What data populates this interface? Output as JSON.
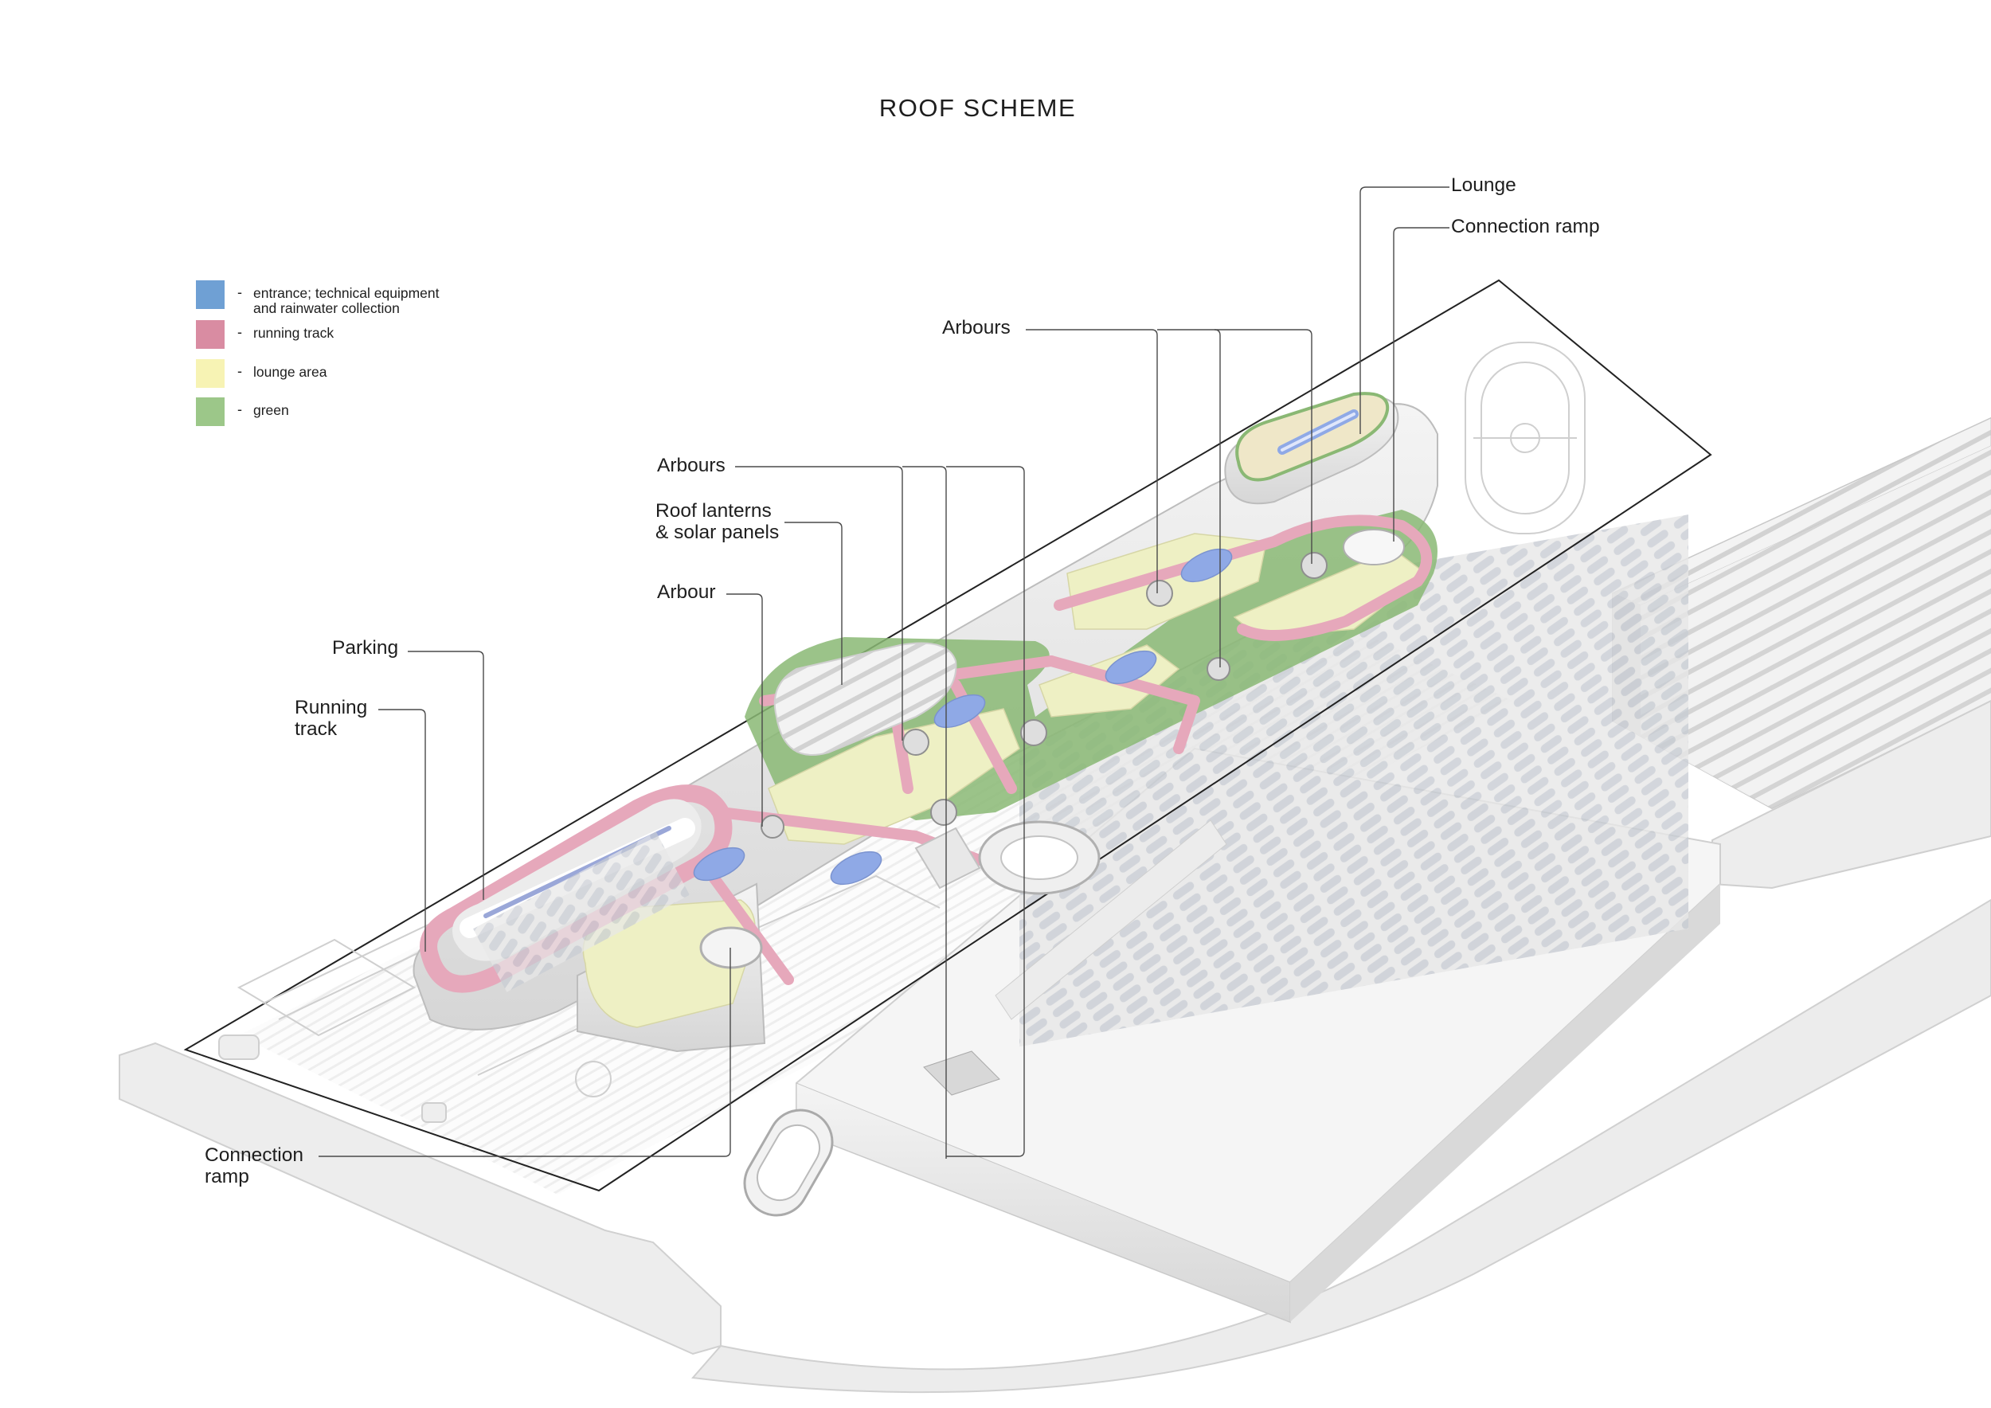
{
  "title": "ROOF SCHEME",
  "legend": [
    {
      "color": "#6fa0d4",
      "label": "entrance; technical equipment\nand rainwater collection"
    },
    {
      "color": "#d98ca2",
      "label": "running track"
    },
    {
      "color": "#f7f3b4",
      "label": "lounge area"
    },
    {
      "color": "#9cc789",
      "label": "green"
    }
  ],
  "legend_dash": "-",
  "callouts": {
    "lounge": "Lounge",
    "connection_ramp_top": "Connection ramp",
    "arbours_top": "Arbours",
    "arbours_mid": "Arbours",
    "roof_lanterns": "Roof lanterns\n& solar panels",
    "arbour": "Arbour",
    "parking": "Parking",
    "running_track": "Running\ntrack",
    "connection_ramp_bottom": "Connection\nramp"
  },
  "colors": {
    "track": "#e6a8bb",
    "lounge": "#eef0c4",
    "green": "#8ab874",
    "blue": "#8fa9e6",
    "site_line": "#222222",
    "light_line": "#cfcfcf"
  }
}
